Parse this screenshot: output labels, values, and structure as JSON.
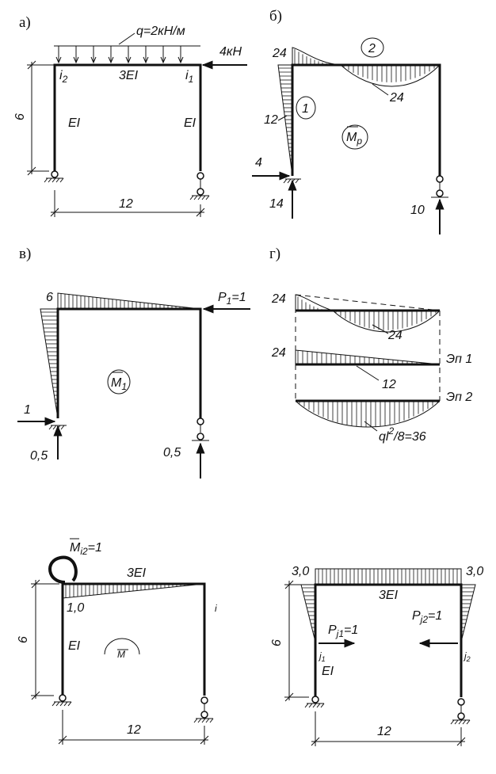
{
  "panels": {
    "a": {
      "label": "а)",
      "load": "q=2кН/м",
      "force": "4кН",
      "i2": "i",
      "i2_sub": "2",
      "i1": "i",
      "i1_sub": "1",
      "beam_stiffness": "3EI",
      "left_col": "EI",
      "right_col": "EI",
      "height": "6",
      "span": "12"
    },
    "b": {
      "label": "б)",
      "corner_value": "24",
      "beam_value": "24",
      "col_value": "12",
      "circle_2": "2",
      "circle_1": "1",
      "diagram_name": "M",
      "diagram_sub": "p",
      "h_reaction": "4",
      "left_reaction": "14",
      "right_reaction": "10"
    },
    "v": {
      "label": "в)",
      "corner_value": "6",
      "force_name": "P",
      "force_sub": "1",
      "force_value": "=1",
      "diagram_name": "M",
      "diagram_sub": "1",
      "h_reaction": "1",
      "left_reaction": "0,5",
      "right_reaction": "0,5"
    },
    "g": {
      "label": "г)",
      "top_left": "24",
      "top_mid": "24",
      "mid_left": "24",
      "mid_value": "12",
      "ep1": "Эп 1",
      "ep2": "Эп 2",
      "q_formula_a": "ql",
      "q_formula_b": "2",
      "q_formula_c": "/8=36"
    },
    "d": {
      "moment_name": "M",
      "moment_sub": "i2",
      "moment_value": "=1",
      "beam_stiffness": "3EI",
      "corner_value": "1,0",
      "col_stiffness": "EI",
      "diagram_name": "M",
      "height": "6",
      "span": "12",
      "right_mark": "i"
    },
    "e": {
      "left_value": "3,0",
      "right_value": "3,0",
      "beam_stiffness": "3EI",
      "p_left_name": "P",
      "p_left_sub": "j1",
      "p_left_value": "=1",
      "p_right_name": "P",
      "p_right_sub": "j2",
      "p_right_value": "=1",
      "j1": "j",
      "j1_sub": "1",
      "j2": "j",
      "j2_sub": "2",
      "col_stiffness": "EI",
      "height": "6",
      "span": "12"
    }
  }
}
